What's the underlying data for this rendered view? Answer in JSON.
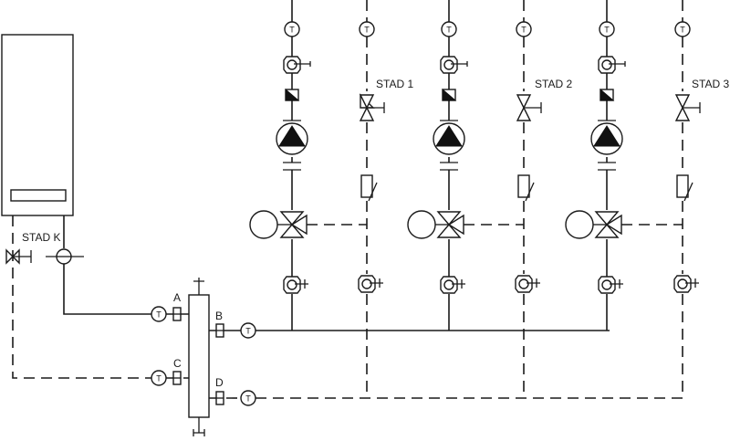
{
  "labels": {
    "stad_k": "STAD K",
    "stad_1": "STAD 1",
    "stad_2": "STAD 2",
    "stad_3": "STAD 3",
    "port_a": "A",
    "port_b": "B",
    "port_c": "C",
    "port_d": "D",
    "thermometer": "T"
  },
  "colors": {
    "line": "#1a1a1a",
    "background": "#ffffff"
  },
  "icons": {
    "thermometer": "thermometer-icon",
    "pump": "pump-icon",
    "three_way_valve": "three-way-valve-icon",
    "balancing_valve": "balancing-valve-icon",
    "check_valve": "check-valve-icon",
    "shutoff_valve": "shutoff-valve-icon",
    "hydraulic_separator": "hydraulic-separator-icon",
    "boiler": "boiler-icon"
  }
}
